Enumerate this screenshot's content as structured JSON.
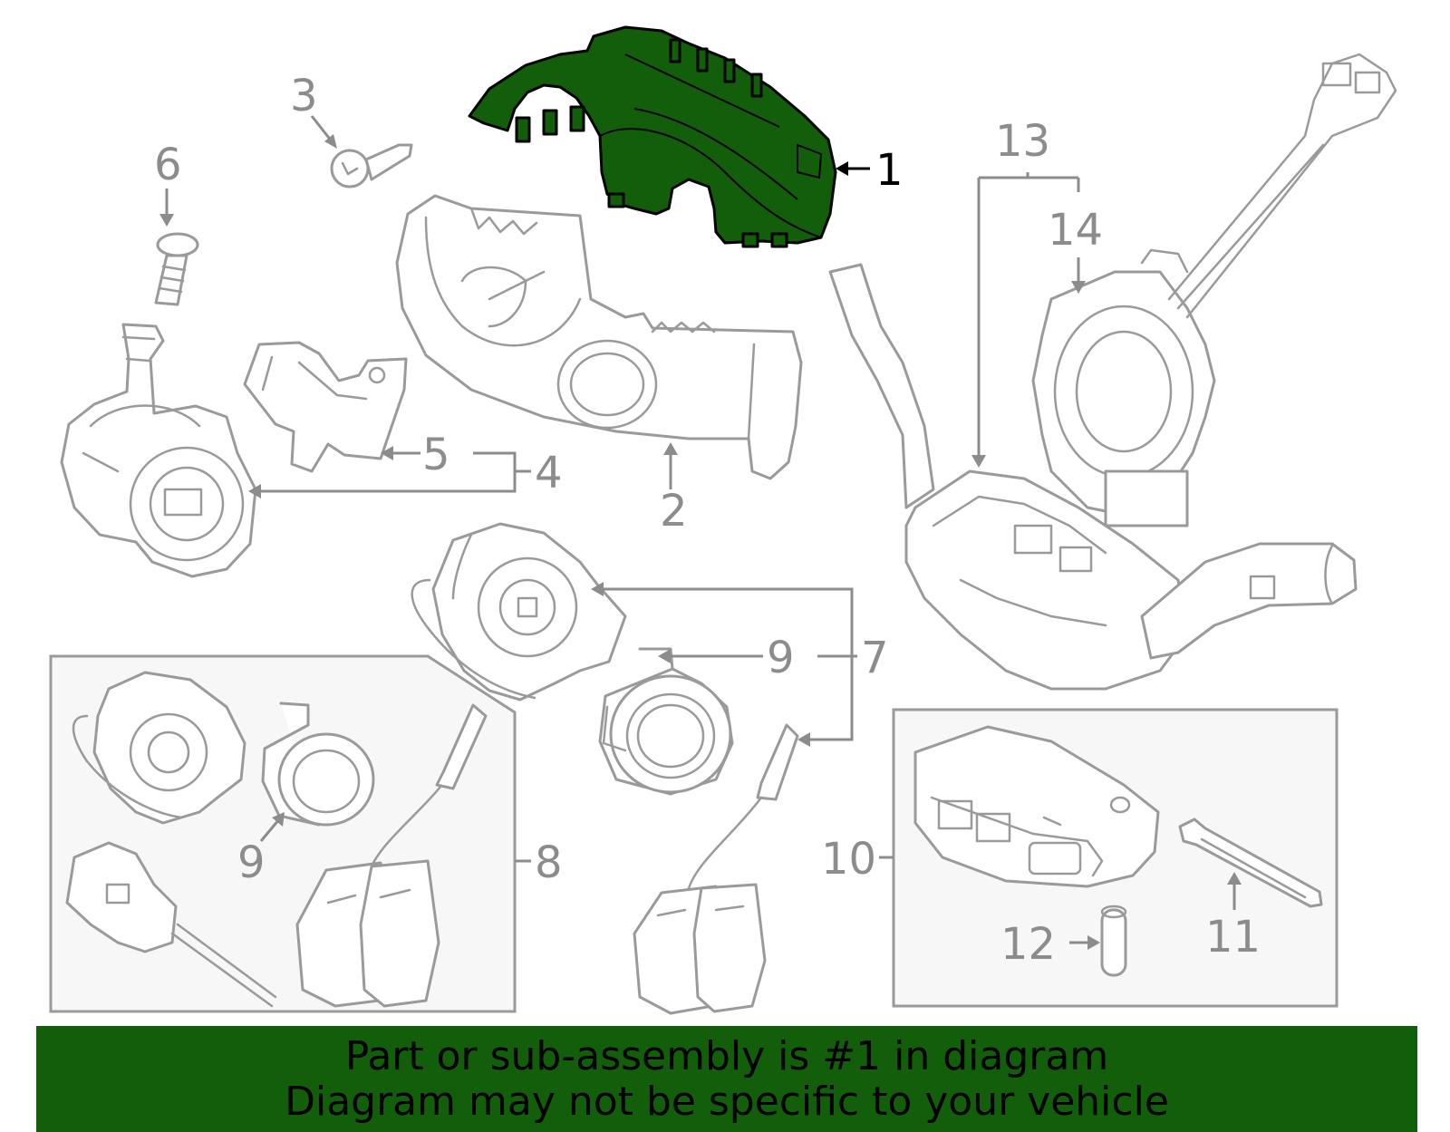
{
  "callouts": {
    "c1": "1",
    "c2": "2",
    "c3": "3",
    "c4": "4",
    "c5": "5",
    "c6": "6",
    "c7": "7",
    "c8": "8",
    "c9a": "9",
    "c9b": "9",
    "c10": "10",
    "c11": "11",
    "c12": "12",
    "c13": "13",
    "c14": "14"
  },
  "banner": {
    "line1": "Part or sub-assembly is #1 in diagram",
    "line2": "Diagram may not be specific to your vehicle"
  },
  "colors": {
    "highlight": "#125e0b",
    "line_art": "#9a9a9a",
    "background": "#ffffff"
  }
}
